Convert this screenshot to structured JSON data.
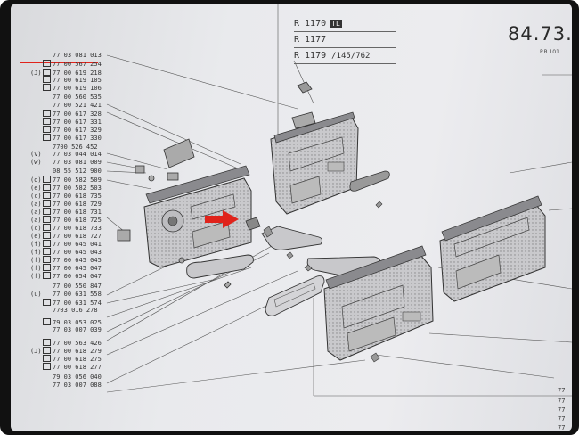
{
  "title_block": {
    "models": [
      {
        "code": "R 1170",
        "badge": "TL",
        "suffix": ""
      },
      {
        "code": "R 1177",
        "badge": "",
        "suffix": ""
      },
      {
        "code": "R 1179",
        "badge": "",
        "suffix": "/145/762"
      }
    ],
    "section_number": "84.73.",
    "page_ref": "P.R.101"
  },
  "part_numbers": [
    {
      "prefix": "",
      "boxed": false,
      "number": "77 03 081 013"
    },
    {
      "prefix": "",
      "boxed": true,
      "number": "77 00 567 254",
      "highlighted": true
    },
    {
      "prefix": "(J)",
      "boxed": true,
      "number": "77 00 619 218"
    },
    {
      "prefix": "",
      "boxed": true,
      "number": "77 00 619 105"
    },
    {
      "prefix": "",
      "boxed": true,
      "number": "77 00 619 106"
    },
    {
      "prefix": "",
      "boxed": false,
      "number": "77 00 560 535"
    },
    {
      "prefix": "",
      "boxed": false,
      "number": "77 00 521 421"
    },
    {
      "prefix": "",
      "boxed": true,
      "number": "77 00 617 328"
    },
    {
      "prefix": "",
      "boxed": true,
      "number": "77 00 617 331"
    },
    {
      "prefix": "",
      "boxed": true,
      "number": "77 00 617 329"
    },
    {
      "prefix": "",
      "boxed": true,
      "number": "77 00 617 330"
    },
    {
      "prefix": "",
      "boxed": false,
      "number": "7700 526 452"
    },
    {
      "prefix": "(v)",
      "boxed": false,
      "number": "77 03 044 014"
    },
    {
      "prefix": "(w)",
      "boxed": false,
      "number": "77 03 081 009"
    },
    {
      "prefix": "",
      "boxed": false,
      "number": "08 55 512 900"
    },
    {
      "prefix": "(d)",
      "boxed": true,
      "number": "77 00 582 509"
    },
    {
      "prefix": "(e)",
      "boxed": true,
      "number": "77 00 582 503"
    },
    {
      "prefix": "(c)",
      "boxed": true,
      "number": "77 00 618 735"
    },
    {
      "prefix": "(a)",
      "boxed": true,
      "number": "77 00 618 729"
    },
    {
      "prefix": "(a)",
      "boxed": true,
      "number": "77 00 618 731"
    },
    {
      "prefix": "(a)",
      "boxed": true,
      "number": "77 00 618 725"
    },
    {
      "prefix": "(c)",
      "boxed": true,
      "number": "77 00 618 733"
    },
    {
      "prefix": "(e)",
      "boxed": true,
      "number": "77 00 618 727"
    },
    {
      "prefix": "(f)",
      "boxed": true,
      "number": "77 00 645 041"
    },
    {
      "prefix": "(f)",
      "boxed": true,
      "number": "77 00 645 043"
    },
    {
      "prefix": "(f)",
      "boxed": true,
      "number": "77 00 645 045"
    },
    {
      "prefix": "(f)",
      "boxed": true,
      "number": "77 00 645 047"
    },
    {
      "prefix": "(f)",
      "boxed": true,
      "number": "77 00 654 047"
    },
    {
      "prefix": "",
      "boxed": false,
      "number": "77 00 550 847"
    },
    {
      "prefix": "(u)",
      "boxed": false,
      "number": "77 00 631 558"
    },
    {
      "prefix": "",
      "boxed": true,
      "number": "77 00 631 574"
    },
    {
      "prefix": "",
      "boxed": false,
      "number": "7703 016 278"
    },
    {
      "prefix": "",
      "boxed": true,
      "number": "79 03 053 025"
    },
    {
      "prefix": "",
      "boxed": false,
      "number": "77 03 007 039"
    },
    {
      "prefix": "",
      "boxed": true,
      "number": "77 00 563 426"
    },
    {
      "prefix": "(J)",
      "boxed": true,
      "number": "77 00 618 279"
    },
    {
      "prefix": "",
      "boxed": true,
      "number": "77 00 618 275"
    },
    {
      "prefix": "",
      "boxed": true,
      "number": "77 00 618 277"
    },
    {
      "prefix": "",
      "boxed": false,
      "number": "79 03 056 040"
    },
    {
      "prefix": "",
      "boxed": false,
      "number": "77 03 007 088"
    }
  ],
  "right_edge_numbers": [
    "77",
    "77",
    "77",
    "77",
    "77"
  ],
  "colors": {
    "paper": "#e6e7ea",
    "ink": "#333333",
    "highlight_line": "#e0231b",
    "pointer_arrow": "#e0231b"
  }
}
